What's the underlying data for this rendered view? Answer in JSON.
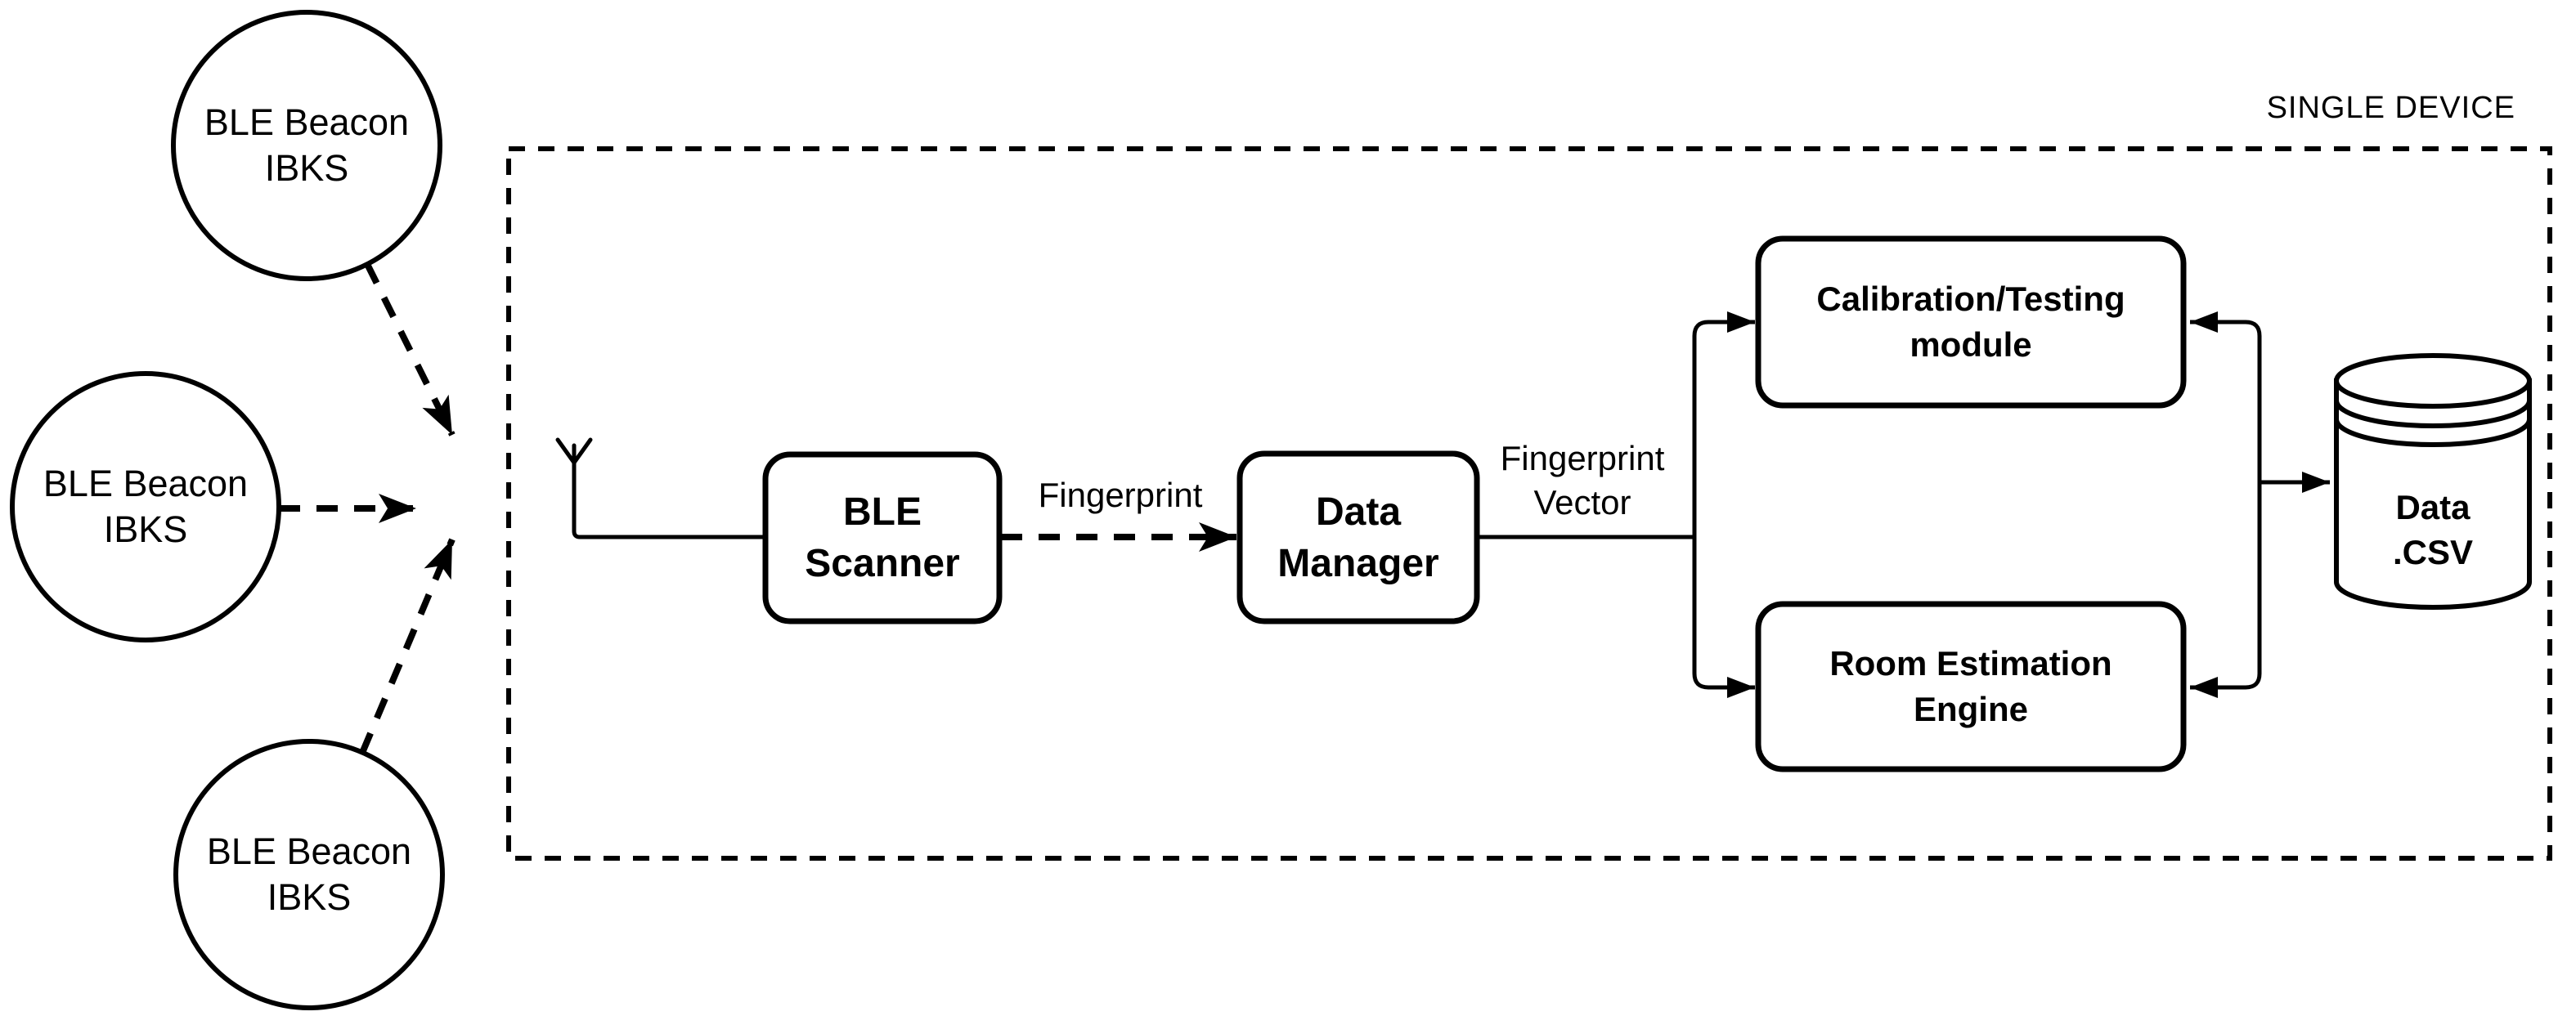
{
  "colors": {
    "ink": "#000000",
    "paper": "#ffffff"
  },
  "region_label": "SINGLE DEVICE",
  "beacons": [
    {
      "name": "BLE Beacon",
      "model": "IBKS"
    },
    {
      "name": "BLE Beacon",
      "model": "IBKS"
    },
    {
      "name": "BLE Beacon",
      "model": "IBKS"
    }
  ],
  "nodes": {
    "ble_scanner": {
      "line1": "BLE",
      "line2": "Scanner"
    },
    "data_manager": {
      "line1": "Data",
      "line2": "Manager"
    },
    "calibration": {
      "line1": "Calibration/Testing",
      "line2": "module"
    },
    "room_engine": {
      "line1": "Room Estimation",
      "line2": "Engine"
    },
    "database": {
      "line1": "Data",
      "line2": ".CSV"
    }
  },
  "edge_labels": {
    "fingerprint": "Fingerprint",
    "fingerprint_vector": {
      "line1": "Fingerprint",
      "line2": "Vector"
    }
  },
  "icons": {
    "antenna": "antenna-icon",
    "database": "database-cylinder-icon"
  }
}
